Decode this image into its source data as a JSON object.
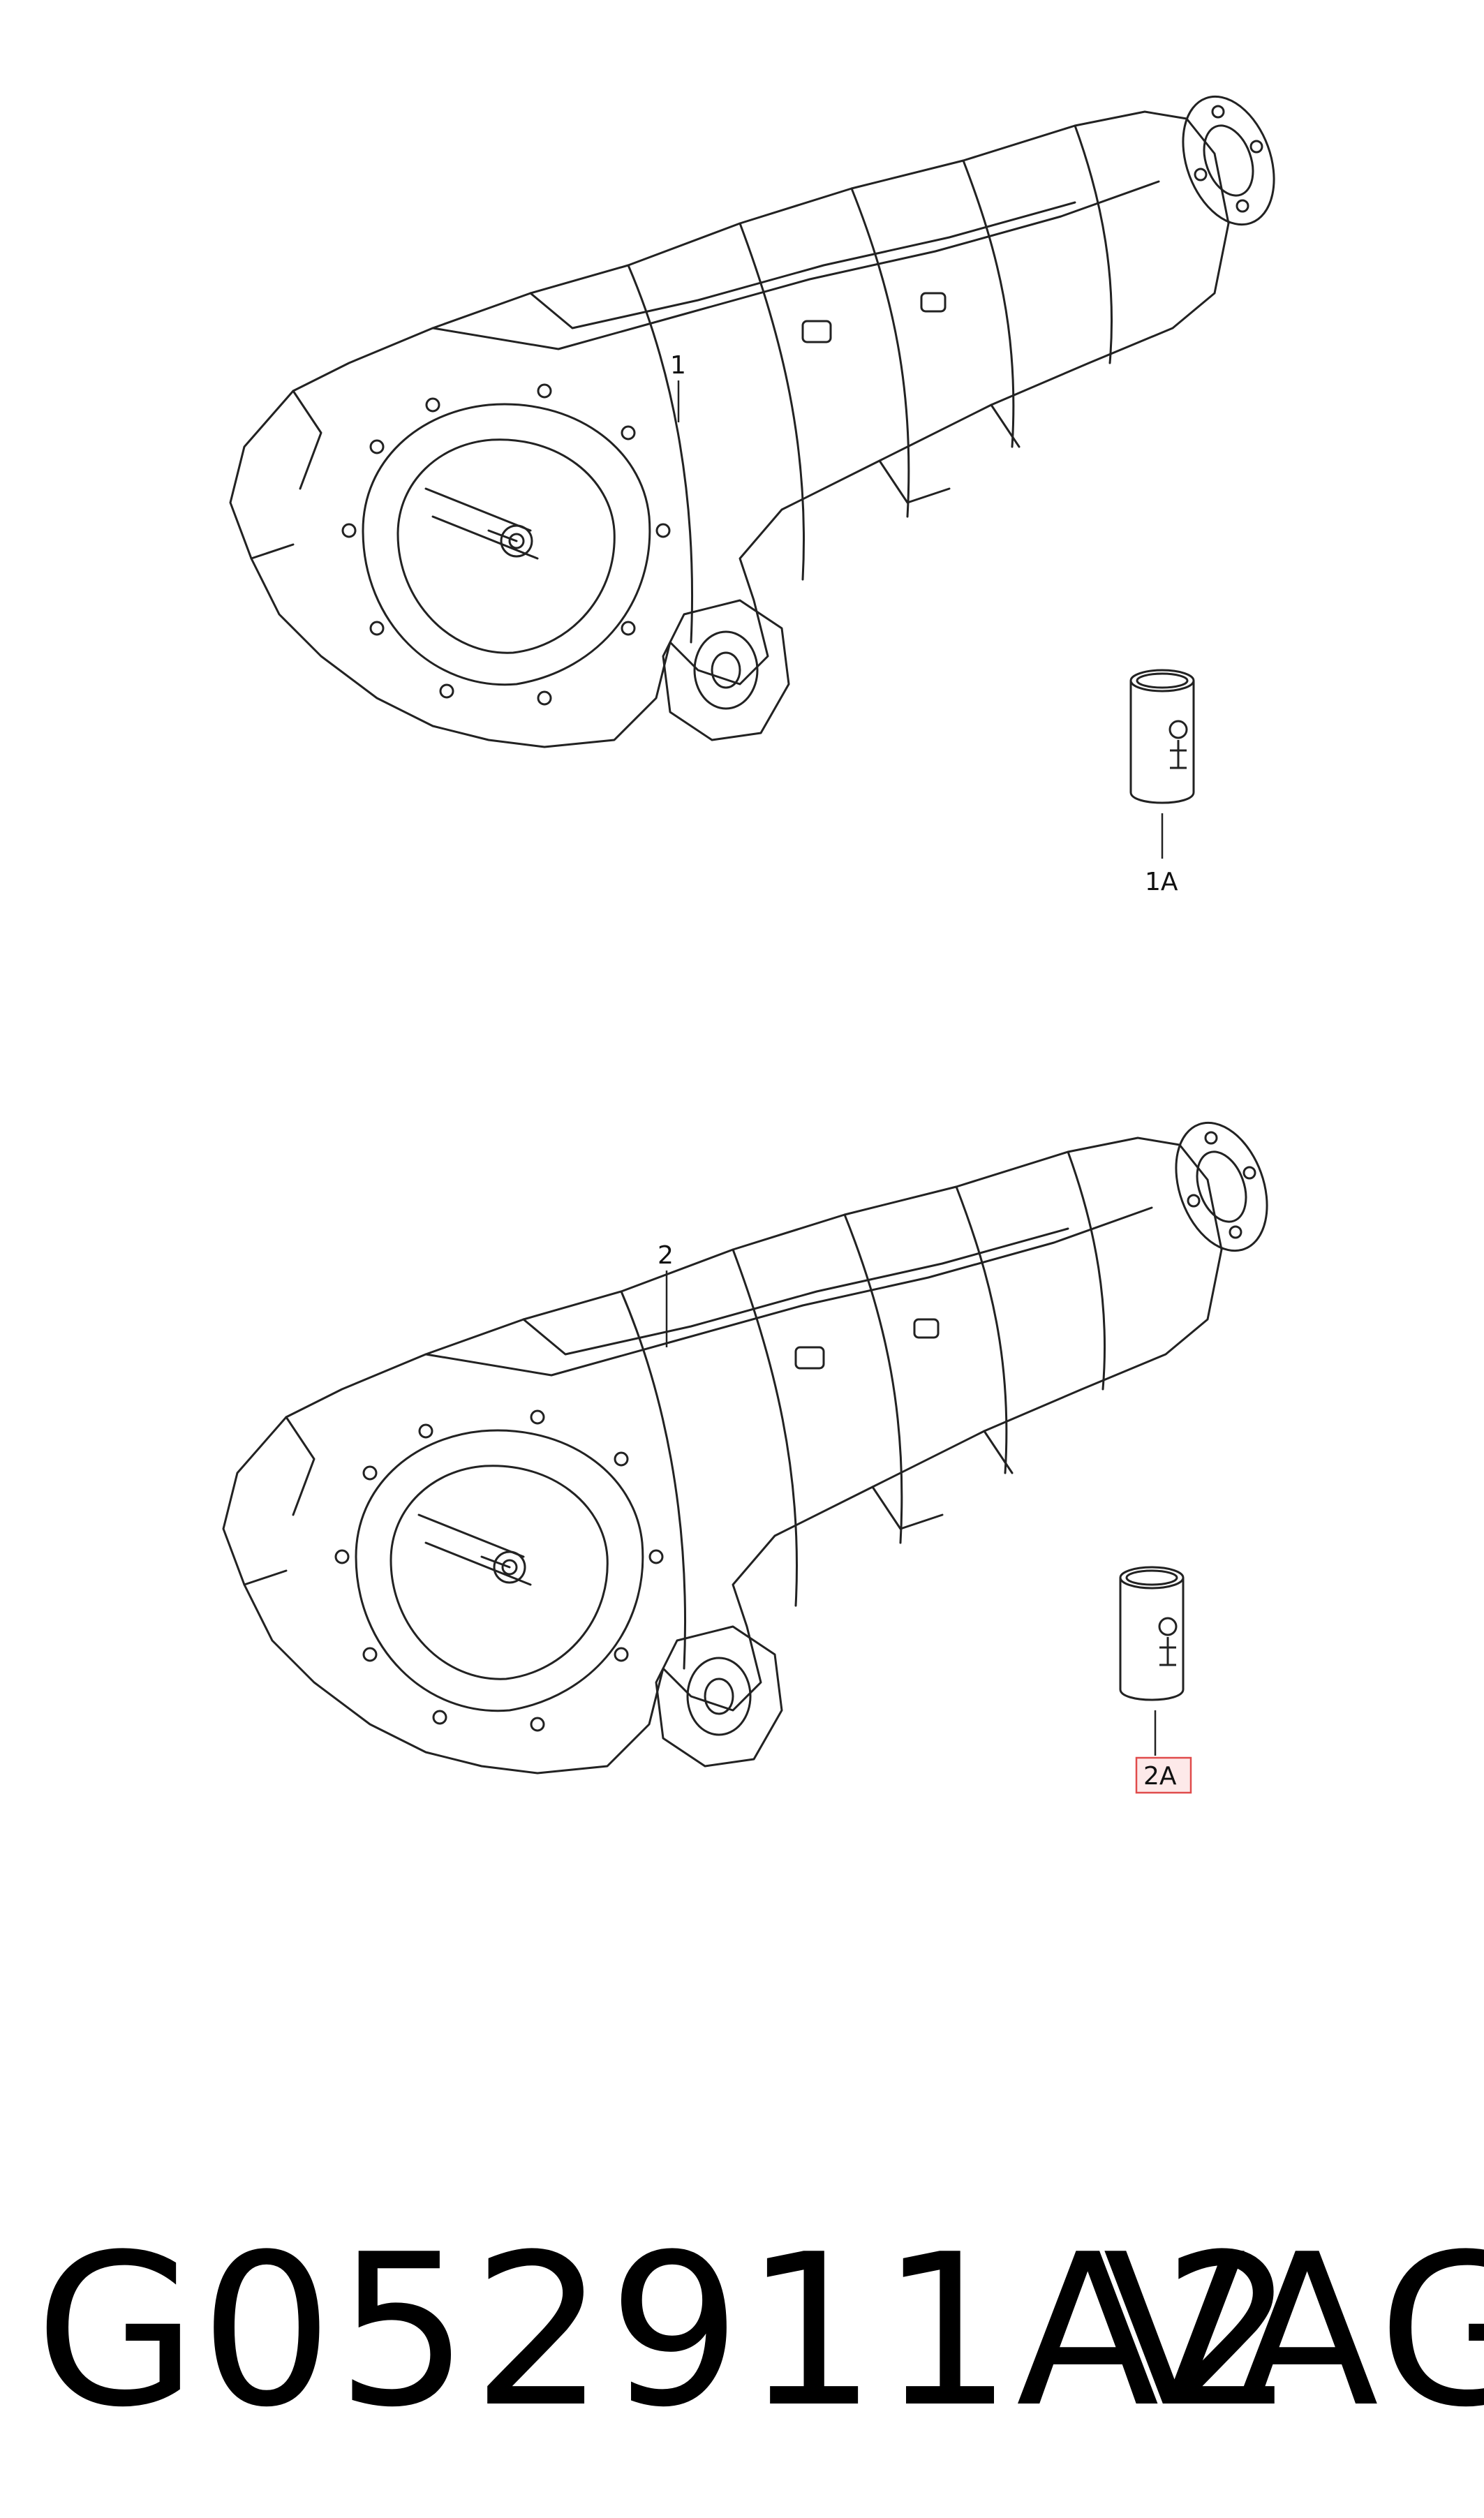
{
  "callouts": {
    "item_1": "1",
    "item_1a": "1A",
    "item_2": "2",
    "item_2a": "2A"
  },
  "caption": {
    "part_number": "G052911A2",
    "brand": "VAG"
  },
  "colors": {
    "line": "#222222",
    "highlight_box": "#e04b4b",
    "highlight_fill": "#fde9e9"
  }
}
